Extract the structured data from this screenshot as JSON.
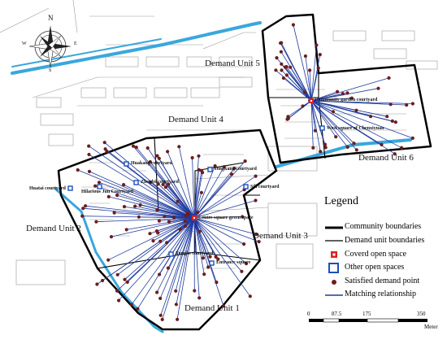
{
  "compass": {
    "n": "N",
    "s": "S",
    "e": "E",
    "w": "W"
  },
  "units": [
    {
      "label": "Demand Unit 5"
    },
    {
      "label": "Demand Unit 4"
    },
    {
      "label": "Demand Unit 6"
    },
    {
      "label": "Demand Unit 2"
    },
    {
      "label": "Demand Unit 3"
    },
    {
      "label": "Demand Unit 1"
    }
  ],
  "sites": [
    {
      "label": "Community garden courtyard",
      "kind": "covered"
    },
    {
      "label": "West square of Chenxiyuan",
      "kind": "other"
    },
    {
      "label": "Huakang courtyard",
      "kind": "other"
    },
    {
      "label": "Huatai courtyard",
      "kind": "other"
    },
    {
      "label": "Zhenfei courtyard",
      "kind": "other"
    },
    {
      "label": "Hilarious Jun Courtyard",
      "kind": "other"
    },
    {
      "label": "Yongkang courtyard",
      "kind": "other"
    },
    {
      "label": "Sili courtyard",
      "kind": "other"
    },
    {
      "label": "Centre square green space",
      "kind": "covered"
    },
    {
      "label": "Yonghe courtyard",
      "kind": "other"
    },
    {
      "label": "Entrance square",
      "kind": "other"
    }
  ],
  "legend": {
    "title": "Legend",
    "items": [
      {
        "label": "Community boundaries"
      },
      {
        "label": "Demand unit boundaries"
      },
      {
        "label": "Coverd open space"
      },
      {
        "label": "Other open spaces"
      },
      {
        "label": "Satisfied demand point"
      },
      {
        "label": "Matching relationship"
      }
    ]
  },
  "scale": {
    "ticks": [
      "0",
      "87.5",
      "175",
      "350"
    ],
    "unit": "Meter"
  },
  "colors": {
    "water": "#3aa7dc",
    "link": "#1f3a9e",
    "demand": "#6b1d1d",
    "building": "#555555"
  }
}
